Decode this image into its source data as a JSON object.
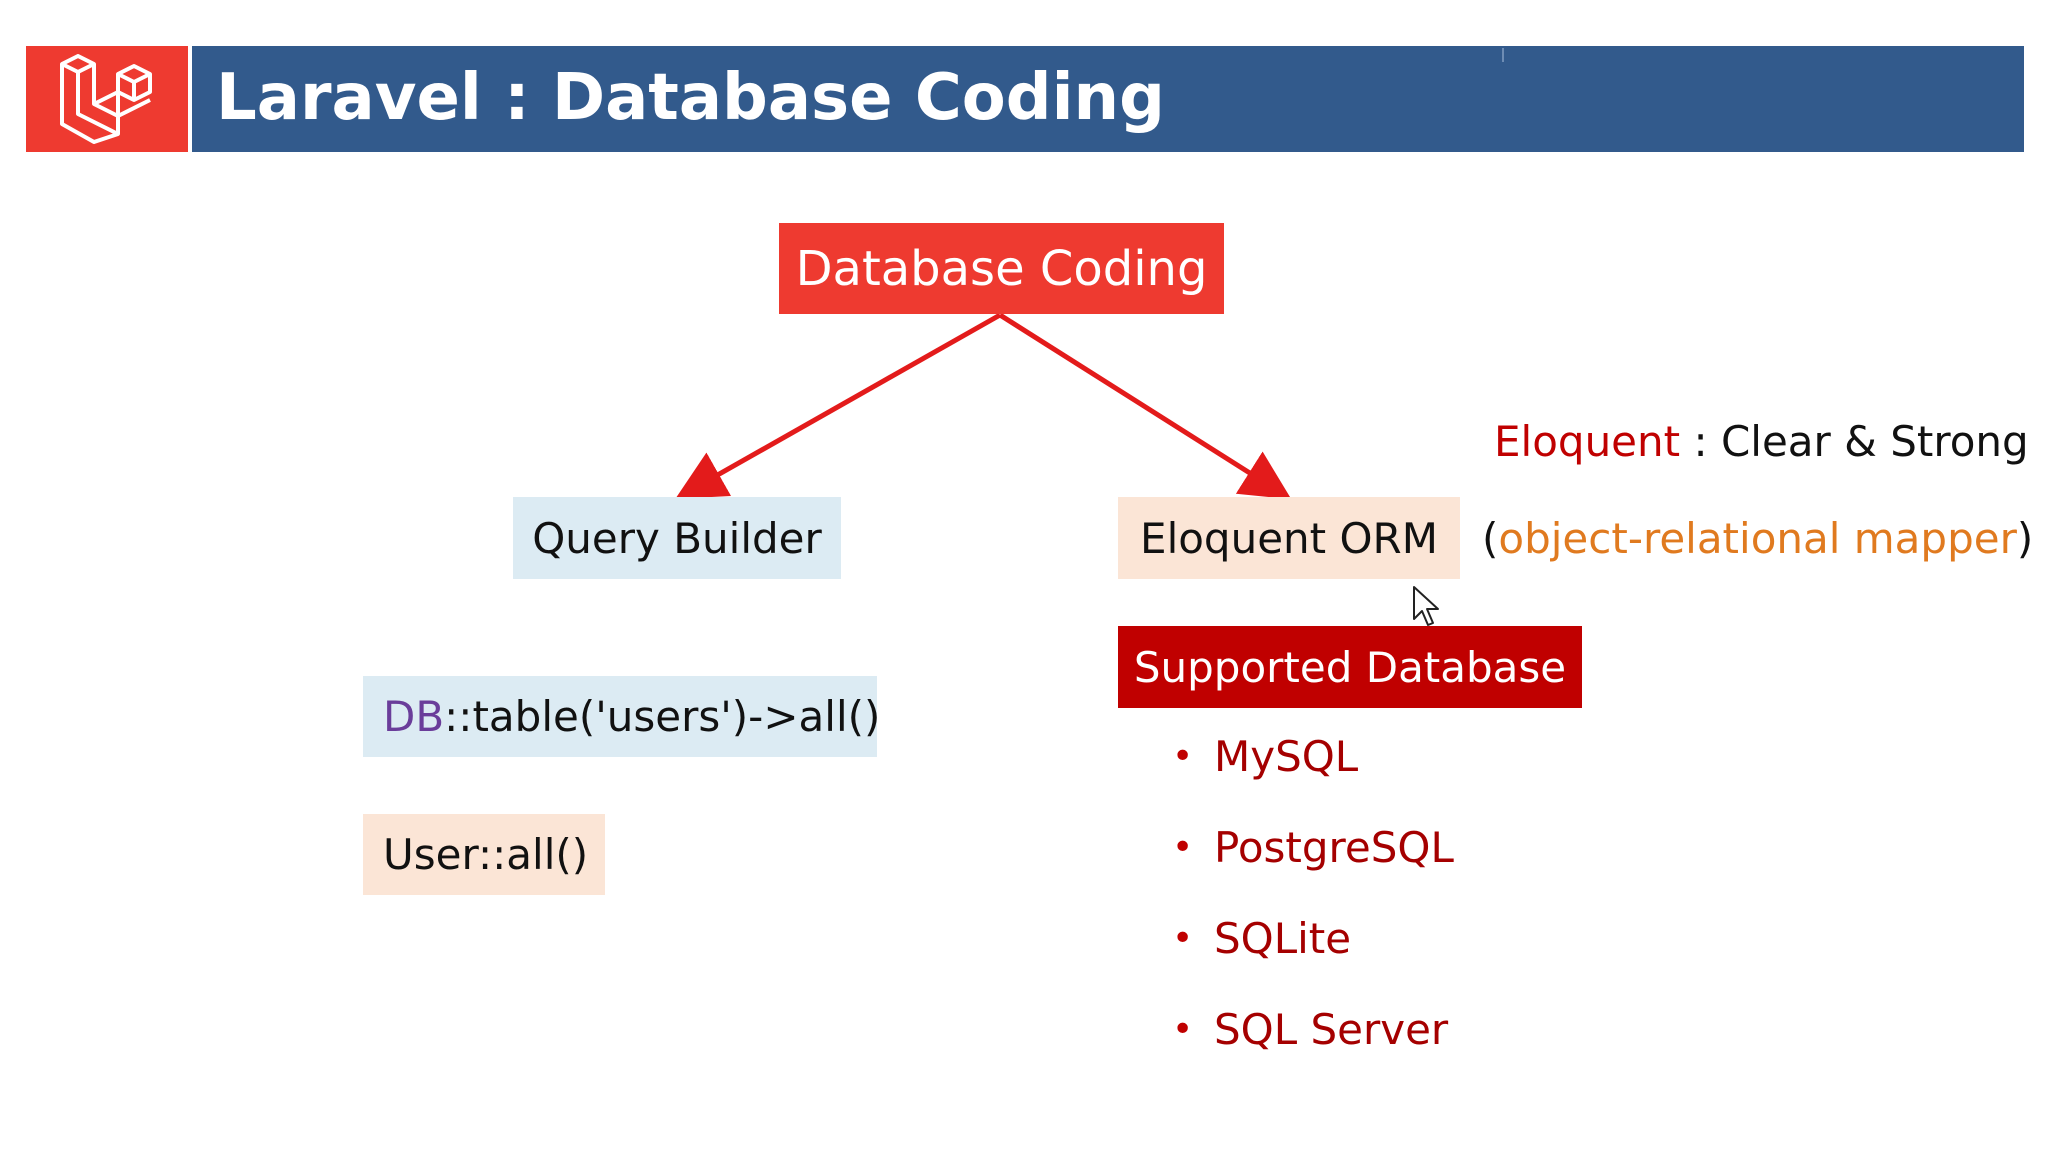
{
  "header": {
    "title": "Laravel : Database Coding",
    "logo_icon": "laravel-logo-icon",
    "bar_color": "#325a8c",
    "logo_bg": "#ee3a30"
  },
  "diagram": {
    "root_label": "Database Coding",
    "left_branch_label": "Query Builder",
    "right_branch_label": "Eloquent ORM",
    "arrow_color": "#e31b1b"
  },
  "notes": {
    "eloquent_word": "Eloquent",
    "eloquent_rest": " : Clear & Strong",
    "orm_open": "(",
    "orm_expansion": "object-relational mapper",
    "orm_close": ")"
  },
  "code_examples": {
    "db_prefix": "DB",
    "db_rest": "::table('users')->all()",
    "user_code": "User::all()"
  },
  "supported_databases": {
    "heading": "Supported Database",
    "items": [
      "MySQL",
      "PostgreSQL",
      "SQLite",
      "SQL Server"
    ]
  },
  "cursor_icon": "mouse-pointer-icon"
}
